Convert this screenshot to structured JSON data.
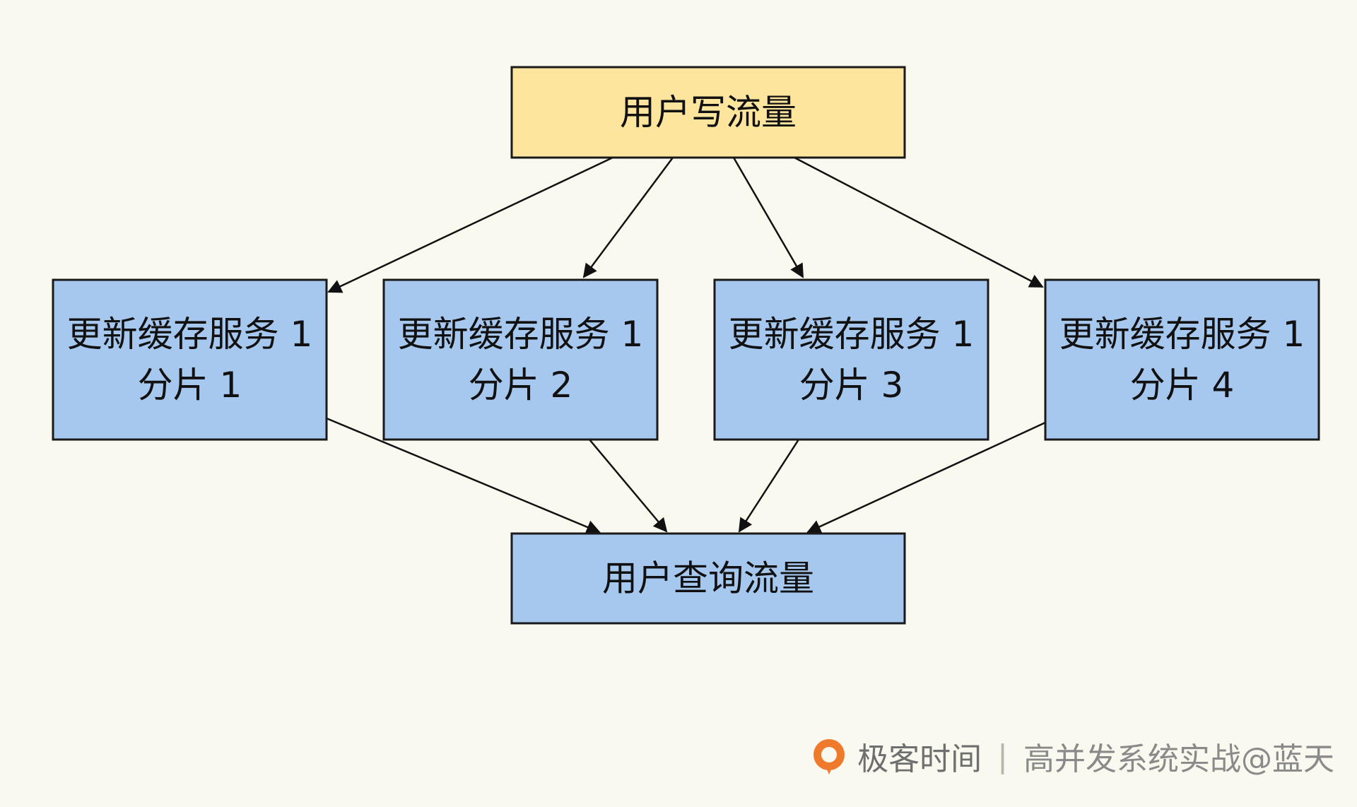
{
  "diagram": {
    "nodes": [
      {
        "id": "write",
        "lines": [
          "用户写流量"
        ]
      },
      {
        "id": "shard1",
        "lines": [
          "更新缓存服务 1",
          "分片 1"
        ]
      },
      {
        "id": "shard2",
        "lines": [
          "更新缓存服务 1",
          "分片 2"
        ]
      },
      {
        "id": "shard3",
        "lines": [
          "更新缓存服务 1",
          "分片 3"
        ]
      },
      {
        "id": "shard4",
        "lines": [
          "更新缓存服务 1",
          "分片 4"
        ]
      },
      {
        "id": "query",
        "lines": [
          "用户查询流量"
        ]
      }
    ],
    "edges": [
      {
        "from": "write",
        "to": "shard1"
      },
      {
        "from": "write",
        "to": "shard2"
      },
      {
        "from": "write",
        "to": "shard3"
      },
      {
        "from": "write",
        "to": "shard4"
      },
      {
        "from": "shard1",
        "to": "query"
      },
      {
        "from": "shard2",
        "to": "query"
      },
      {
        "from": "shard3",
        "to": "query"
      },
      {
        "from": "shard4",
        "to": "query"
      }
    ],
    "colors": {
      "background": "#faf9ef",
      "write_fill": "#fde59e",
      "shard_fill": "#a6c7ee",
      "query_fill": "#a6c7ee",
      "stroke": "#1a1a1a"
    }
  },
  "watermark": {
    "brand": "极客时间",
    "separator": "|",
    "author": "高并发系统实战@蓝天",
    "logo_icon": "geektime-logo-icon"
  }
}
